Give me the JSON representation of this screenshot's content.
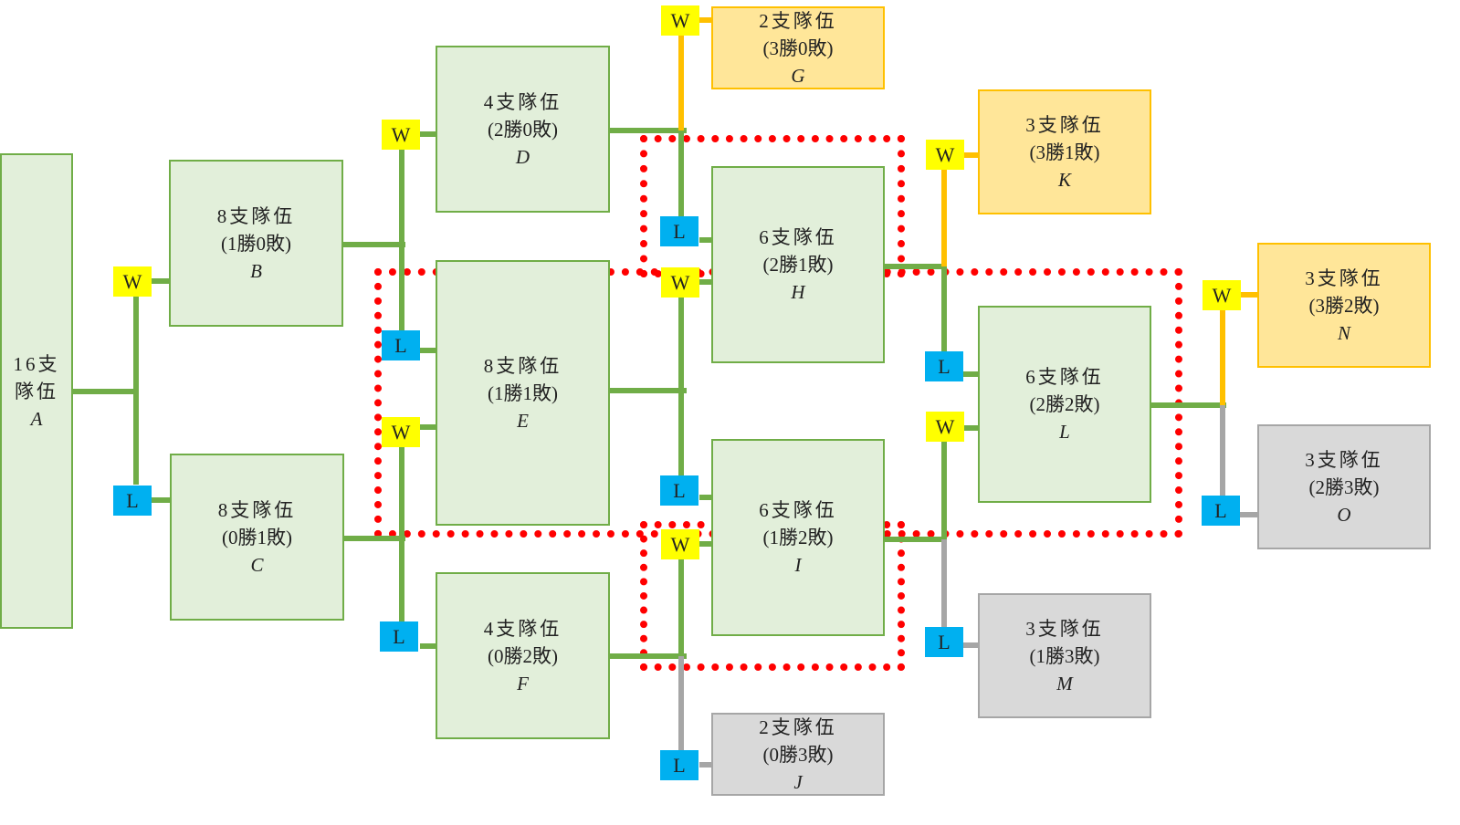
{
  "boxes": {
    "A": {
      "teams": "16支",
      "teams2": "隊伍",
      "label": "A"
    },
    "B": {
      "teams": "8支隊伍",
      "record": "(1勝0敗)",
      "label": "B"
    },
    "C": {
      "teams": "8支隊伍",
      "record": "(0勝1敗)",
      "label": "C"
    },
    "D": {
      "teams": "4支隊伍",
      "record": "(2勝0敗)",
      "label": "D"
    },
    "E": {
      "teams": "8支隊伍",
      "record": "(1勝1敗)",
      "label": "E"
    },
    "F": {
      "teams": "4支隊伍",
      "record": "(0勝2敗)",
      "label": "F"
    },
    "G": {
      "teams": "2支隊伍",
      "record": "(3勝0敗)",
      "label": "G"
    },
    "H": {
      "teams": "6支隊伍",
      "record": "(2勝1敗)",
      "label": "H"
    },
    "I": {
      "teams": "6支隊伍",
      "record": "(1勝2敗)",
      "label": "I"
    },
    "J": {
      "teams": "2支隊伍",
      "record": "(0勝3敗)",
      "label": "J"
    },
    "K": {
      "teams": "3支隊伍",
      "record": "(3勝1敗)",
      "label": "K"
    },
    "L": {
      "teams": "6支隊伍",
      "record": "(2勝2敗)",
      "label": "L"
    },
    "M": {
      "teams": "3支隊伍",
      "record": "(1勝3敗)",
      "label": "M"
    },
    "N": {
      "teams": "3支隊伍",
      "record": "(3勝2敗)",
      "label": "N"
    },
    "O": {
      "teams": "3支隊伍",
      "record": "(2勝3敗)",
      "label": "O"
    }
  },
  "tags": {
    "win": "W",
    "loss": "L"
  },
  "colors": {
    "active": "#e2efda",
    "advanced": "#ffe699",
    "eliminated": "#d9d9d9",
    "win_tag": "#ffff00",
    "loss_tag": "#00b0f0",
    "highlight": "#ff0000"
  }
}
